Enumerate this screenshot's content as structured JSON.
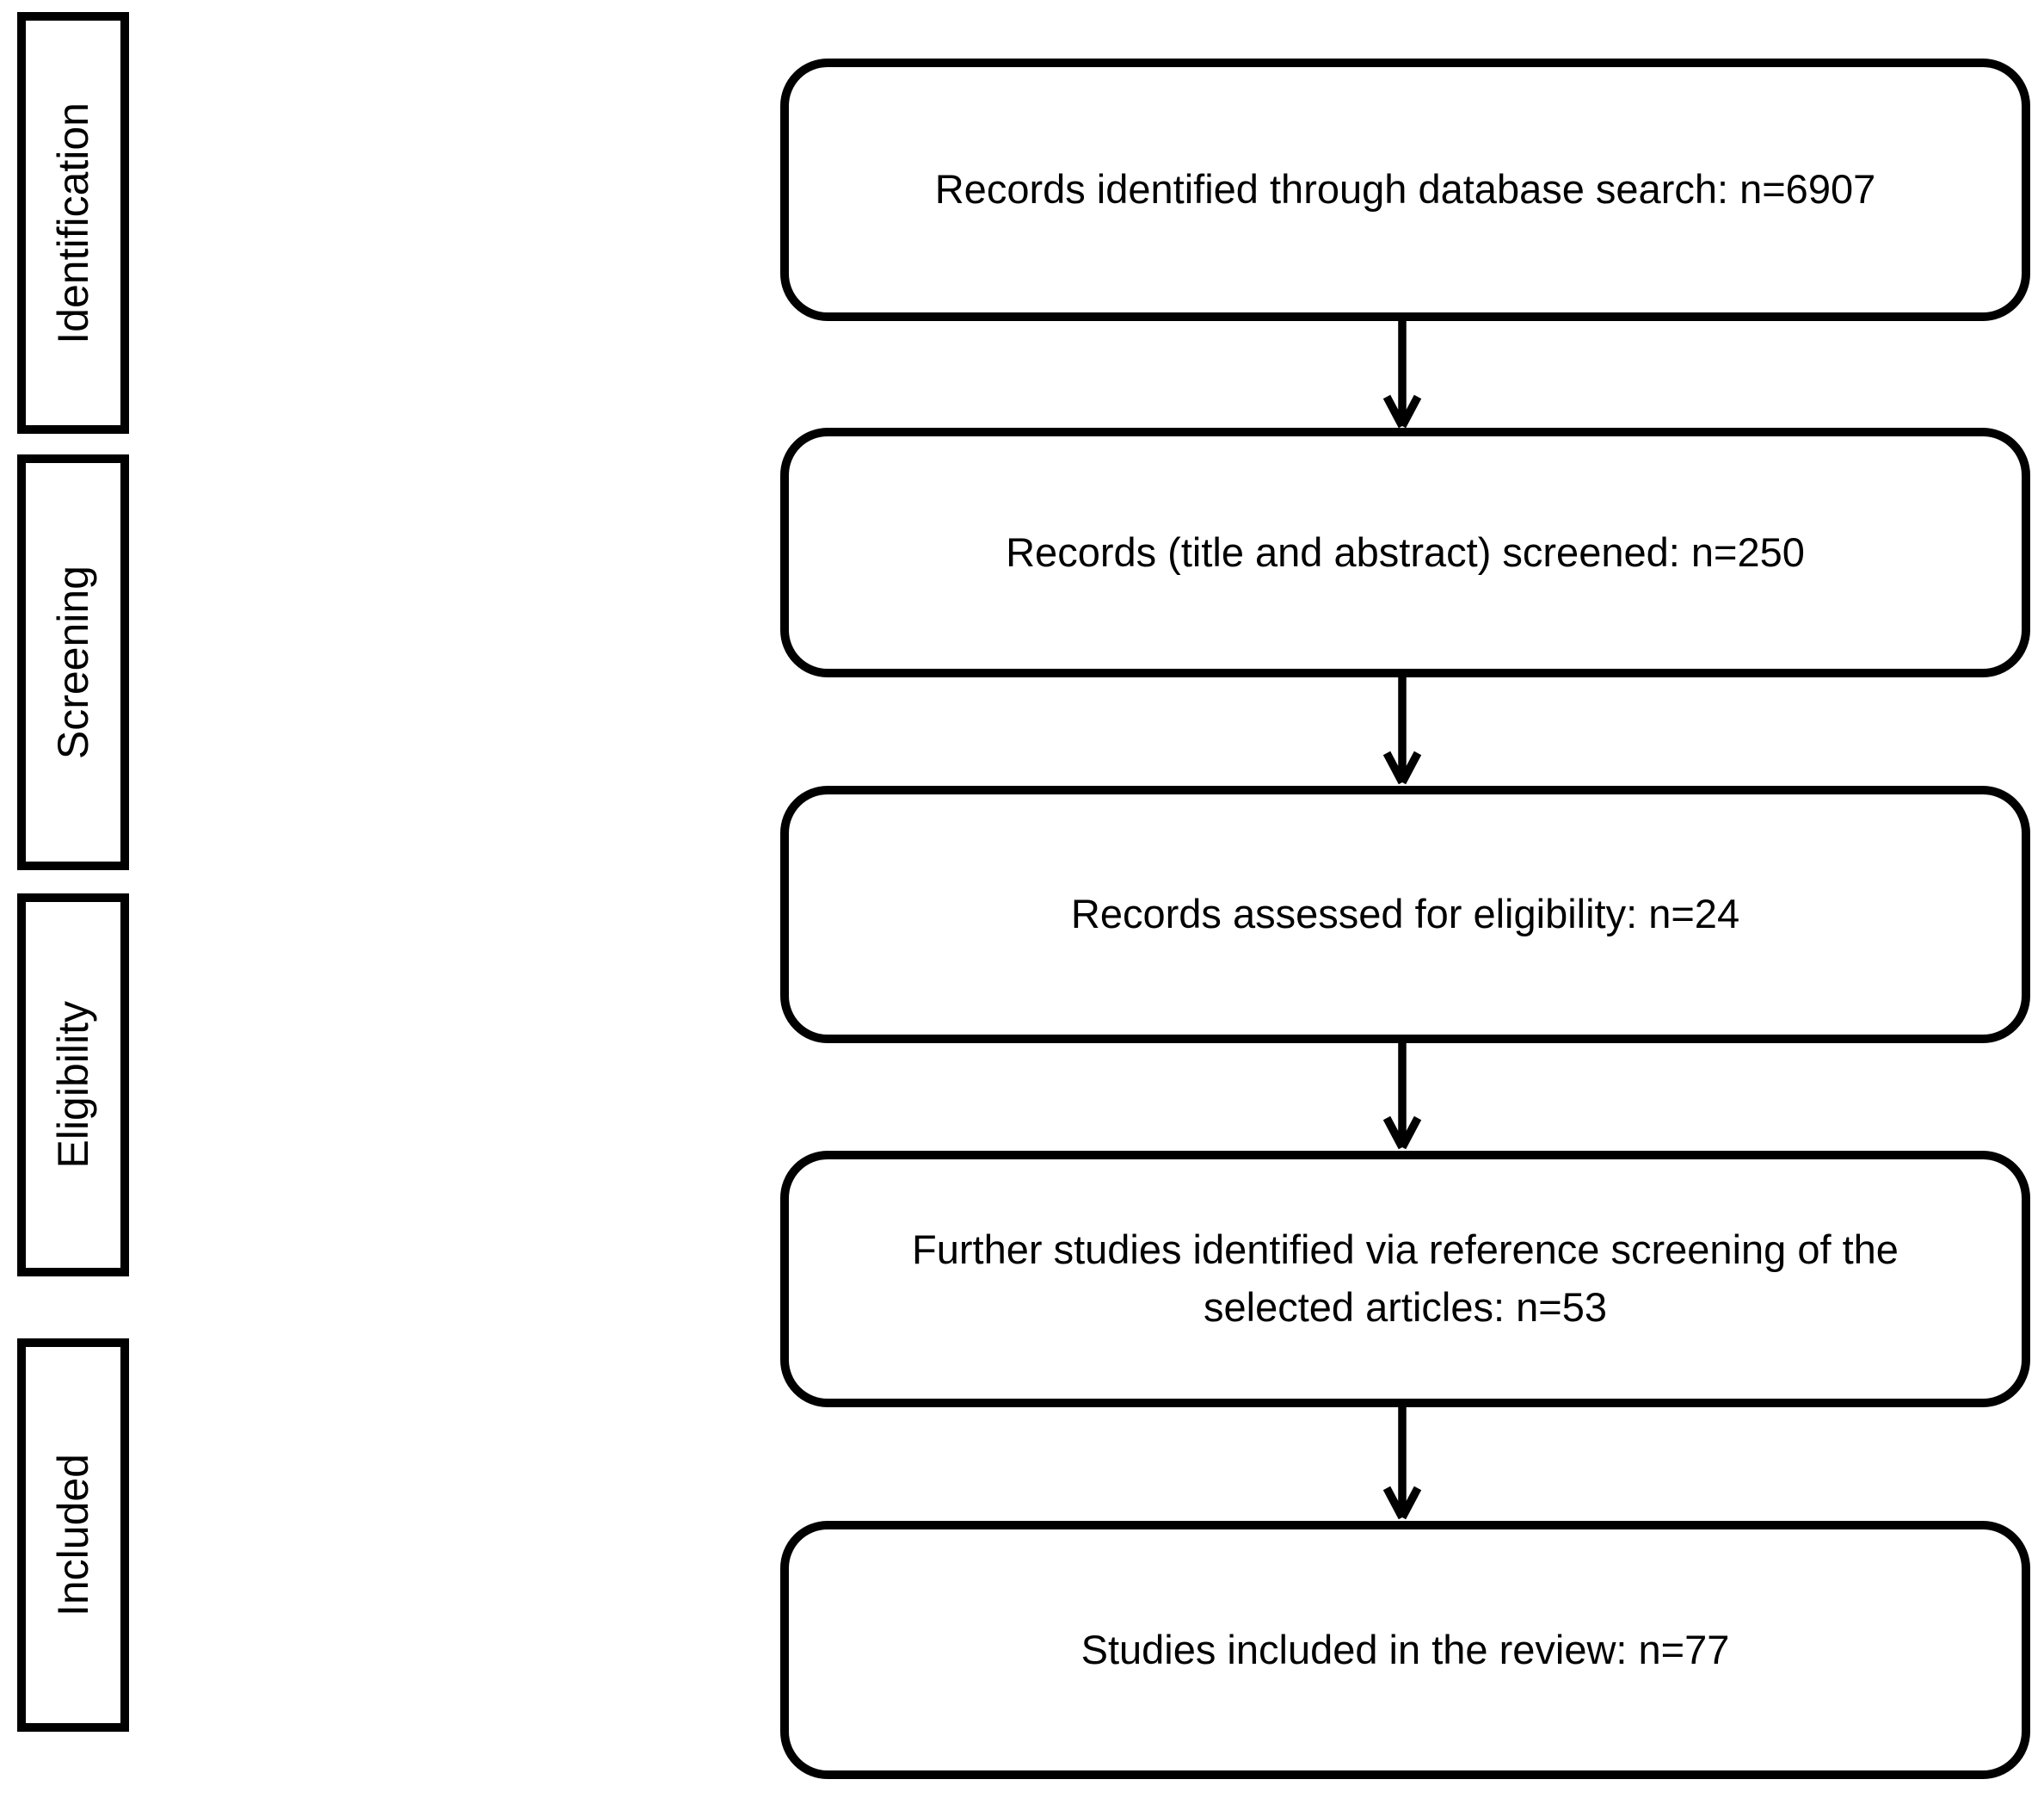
{
  "diagram": {
    "kind": "prisma-flow-diagram",
    "colors": {
      "line": "#000000",
      "text": "#000000",
      "background": "#ffffff"
    },
    "sidebar": {
      "items": [
        {
          "label": "Identification"
        },
        {
          "label": "Screening"
        },
        {
          "label": "Eligibility"
        },
        {
          "label": "Included"
        }
      ]
    },
    "flow": {
      "boxes": [
        {
          "label": "Records identified through database search: n=6907",
          "n": 6907
        },
        {
          "label": "Records (title and abstract) screened: n=250",
          "n": 250
        },
        {
          "label": "Records assessed for eligibility: n=24",
          "n": 24
        },
        {
          "label": "Further studies identified via reference screening of the selected articles: n=53",
          "n": 53
        },
        {
          "label": "Studies included in the review: n=77",
          "n": 77
        }
      ]
    }
  }
}
